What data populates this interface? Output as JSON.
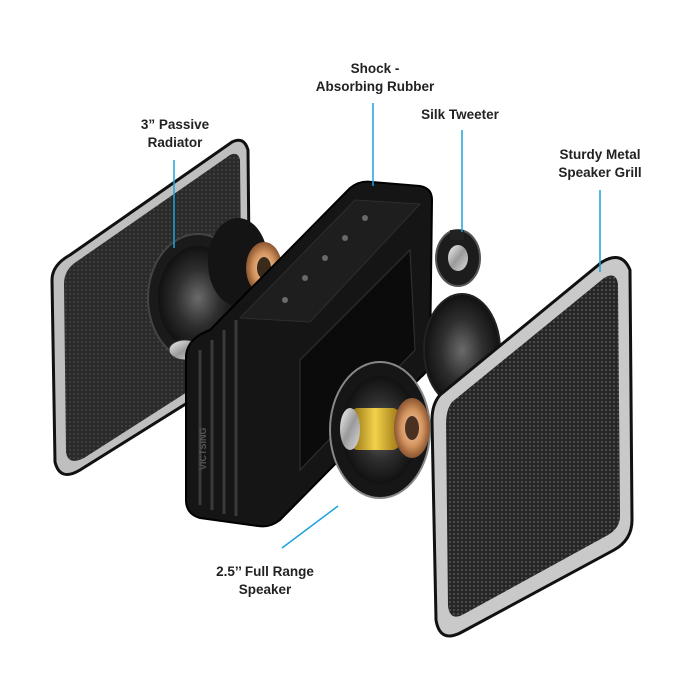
{
  "accent_color": "#1aa3e0",
  "callouts": {
    "shock": {
      "line1": "Shock -",
      "line2": "Absorbing Rubber"
    },
    "silk": {
      "line1": "Silk Tweeter"
    },
    "passive": {
      "line1": "3” Passive",
      "line2": "Radiator"
    },
    "sturdy": {
      "line1": "Sturdy Metal",
      "line2": "Speaker Grill"
    },
    "full_range": {
      "line1": "2.5’’ Full Range",
      "line2": "Speaker"
    }
  },
  "brand_mark": "VICTSING"
}
